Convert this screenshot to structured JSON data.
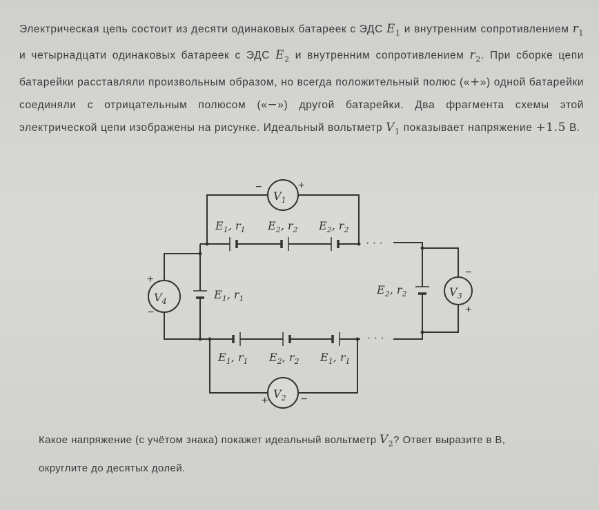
{
  "problem": {
    "s1": "Электрическая цепь состоит из десяти одинаковых батареек с ЭДС",
    "E": "E",
    "n1": "1",
    "s2": "и внутренним сопротивлением",
    "r": "r",
    "s3": "и четырнадцати одинаковых батареек с ЭДС",
    "n2": "2",
    "s4": "и внутренним сопротивлением",
    "s5": ". При сборке цепи батарейки расставляли произвольным образом, но всегда положительный полюс («",
    "plus": "+",
    "s6": "») одной батарейки соединяли с отрицательным полюсом («",
    "minus": "−",
    "s7": "») другой батарейки. Два фрагмента схемы этой электрической цепи изображены на рисунке. Идеальный вольтметр",
    "V": "V",
    "s8": "показывает напряжение",
    "voltage": "+1.5",
    "unit": "В."
  },
  "circuit": {
    "labels": {
      "top_1": [
        "E",
        "1",
        ", r",
        "1"
      ],
      "top_2": [
        "E",
        "2",
        ", r",
        "2"
      ],
      "top_3": [
        "E",
        "2",
        ", r",
        "2"
      ],
      "mid_left": [
        "E",
        "1",
        ", r",
        "1"
      ],
      "mid_right": [
        "E",
        "2",
        ", r",
        "2"
      ],
      "bot_1": [
        "E",
        "1",
        ", r",
        "1"
      ],
      "bot_2": [
        "E",
        "2",
        ", r",
        "2"
      ],
      "bot_3": [
        "E",
        "1",
        ", r",
        "1"
      ]
    },
    "voltmeters": {
      "v1": [
        "V",
        "1"
      ],
      "v2": [
        "V",
        "2"
      ],
      "v3": [
        "V",
        "3"
      ],
      "v4": [
        "V",
        "4"
      ]
    },
    "signs": {
      "plus": "+",
      "minus": "−"
    },
    "ellipsis": "· · ·"
  },
  "question": {
    "q1": "Какое напряжение (с учётом знака) покажет идеальный вольтметр",
    "V": "V",
    "n2": "2",
    "q2": "? Ответ выразите в В,",
    "q3": "округлите до десятых долей."
  }
}
